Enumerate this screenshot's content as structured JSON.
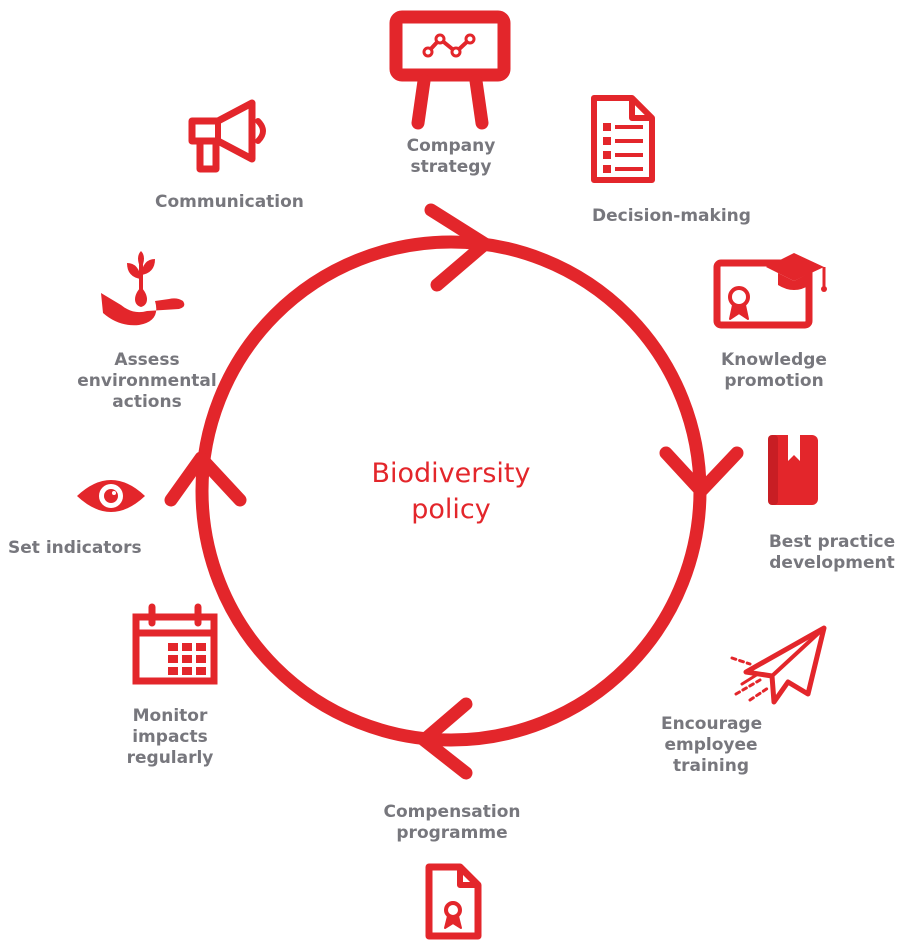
{
  "colors": {
    "accent": "#e3262b",
    "label_text": "#77777d",
    "background": "#ffffff"
  },
  "center": {
    "line1": "Biodiversity",
    "line2": "policy"
  },
  "steps": {
    "company_strategy": {
      "line1": "Company",
      "line2": "strategy",
      "icon": "presentation-board-icon"
    },
    "decision_making": {
      "line1": "Decision-making",
      "icon": "checklist-document-icon"
    },
    "knowledge_promotion": {
      "line1": "Knowledge",
      "line2": "promotion",
      "icon": "graduation-certificate-icon"
    },
    "best_practice": {
      "line1": "Best practice",
      "line2": "development",
      "icon": "bookmarked-book-icon"
    },
    "employee_training": {
      "line1": "Encourage",
      "line2": "employee",
      "line3": "training",
      "icon": "paper-plane-icon"
    },
    "compensation": {
      "line1": "Compensation",
      "line2": "programme",
      "icon": "award-document-icon"
    },
    "monitor_impacts": {
      "line1": "Monitor",
      "line2": "impacts",
      "line3": "regularly",
      "icon": "calendar-icon"
    },
    "set_indicators": {
      "line1": "Set indicators",
      "icon": "eye-icon"
    },
    "assess_actions": {
      "line1": "Assess",
      "line2": "environmental",
      "line3": "actions",
      "icon": "hand-plant-icon"
    },
    "communication": {
      "line1": "Communication",
      "icon": "megaphone-icon"
    }
  }
}
